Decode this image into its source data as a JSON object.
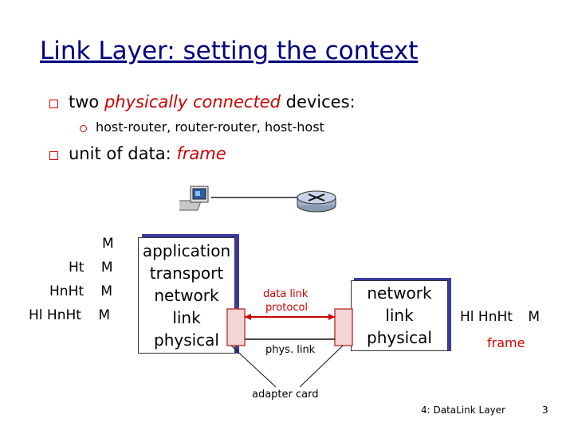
{
  "slide": {
    "title": "Link Layer: setting the context",
    "bullets": {
      "b1_prefix": "two ",
      "b1_em": "physically connected",
      "b1_suffix": " devices:",
      "sub1": "host-router, router-router, host-host",
      "b2_prefix": "unit of data: ",
      "b2_em": "frame"
    },
    "left_stack": [
      "application",
      "transport",
      "network",
      "link",
      "physical"
    ],
    "right_stack": [
      "network",
      "link",
      "physical"
    ],
    "encapsulation": {
      "row1": [
        "M"
      ],
      "row2": [
        "Ht",
        "M"
      ],
      "row3": [
        "Hn",
        "Ht",
        "M"
      ],
      "row4": [
        "Hl",
        "Hn",
        "Ht",
        "M"
      ]
    },
    "labels": {
      "data_link_protocol_1": "data link",
      "data_link_protocol_2": "protocol",
      "phys_link": "phys. link",
      "adapter_card": "adapter card"
    },
    "frame": {
      "headers": [
        "Hl",
        "Hn",
        "Ht",
        "M"
      ],
      "label": "frame"
    },
    "footer": {
      "course": "4: DataLink Layer",
      "page": "3"
    },
    "colors": {
      "title": "#000080",
      "accent": "#cc0000",
      "shadow": "#3a3aa0"
    },
    "icons": [
      "computer-icon",
      "router-icon"
    ]
  }
}
